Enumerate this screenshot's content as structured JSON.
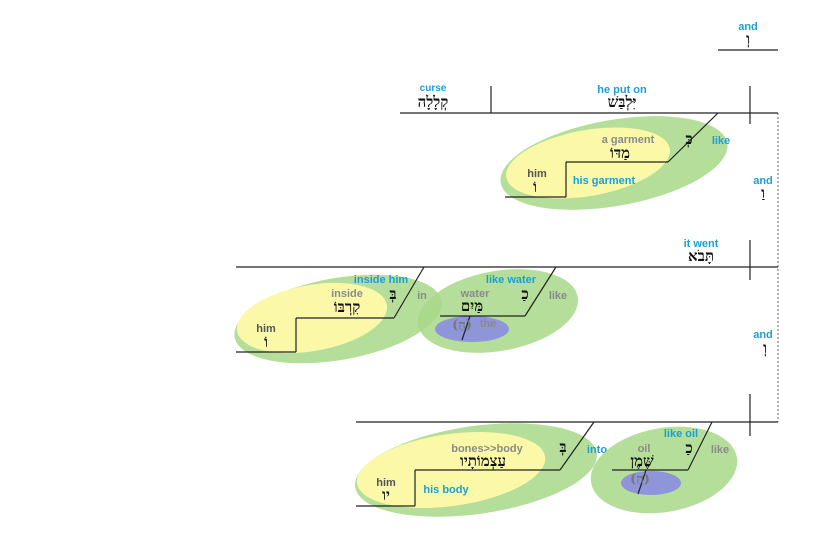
{
  "top_conj": {
    "en": "and",
    "he": "וְ"
  },
  "clause1": {
    "subject": {
      "en": "curse",
      "he": "קְלָלָה"
    },
    "verb": {
      "en": "he put on",
      "he": "יִּלְבַּשׁ"
    },
    "conj_right": {
      "en": "and",
      "he": "וַ"
    },
    "prep_phrase": {
      "prep_he": "כְּ",
      "prep_en": "like",
      "object": {
        "en": "a garment",
        "he": "מַדּוֹ"
      },
      "possessor": {
        "en": "him",
        "he": "וֹ"
      },
      "phrase_en": "his garment"
    }
  },
  "clause2": {
    "verb": {
      "en": "it went",
      "he": "תָּבֹא"
    },
    "conj_right": {
      "en": "and",
      "he": "וְ"
    },
    "pp_inside": {
      "label": "inside him",
      "prep_he": "בְּ",
      "prep_en": "in",
      "object": {
        "en": "inside",
        "he": "קִרְבּוֹ"
      },
      "possessor": {
        "en": "him",
        "he": "וֹ"
      }
    },
    "pp_water": {
      "label": "like water",
      "prep_he": "כַ",
      "prep_en": "like",
      "object": {
        "en": "water",
        "he": "מַּיִם"
      },
      "article": {
        "he": "(הַ)",
        "en": "the"
      }
    }
  },
  "clause3": {
    "pp_bones": {
      "prep_he": "בְּ",
      "prep_en": "into",
      "object": {
        "en": "bones>>body",
        "he": "עַצְמוֹתָיו"
      },
      "possessor": {
        "en": "him",
        "he": "יו"
      },
      "phrase_en": "his body"
    },
    "pp_oil": {
      "label": "like oil",
      "prep_he": "כַ",
      "prep_en": "like",
      "object": {
        "en": "oil",
        "he": "שֶּׁמֶן"
      },
      "article": {
        "he": "(הַ)"
      }
    }
  }
}
